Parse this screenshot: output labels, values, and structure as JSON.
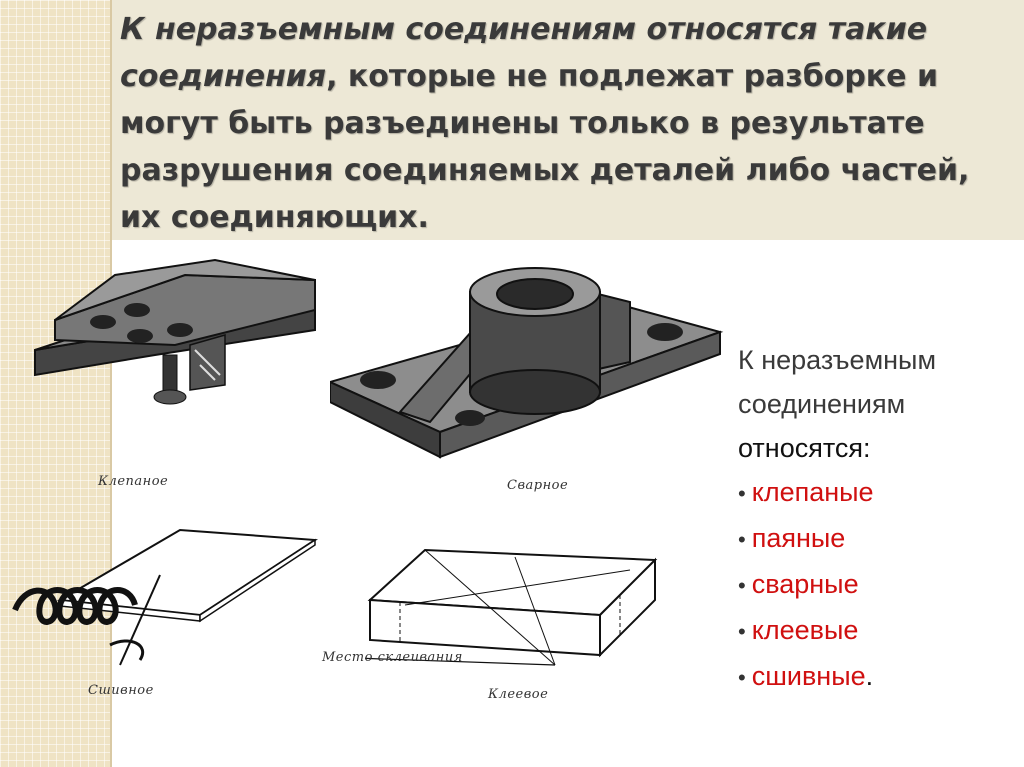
{
  "title": {
    "italic_part": "К неразъемным соединениям относятся такие соединения",
    "rest": ", которые не подлежат разборке и могут быть разъединены только в результате разрушения соединяемых деталей либо частей, их соединяющих."
  },
  "captions": {
    "riveted": "Клепаное",
    "welded": "Сварное",
    "sewn": "Сшивное",
    "glued": "Клеевое",
    "glue_place": "Место склеивания"
  },
  "sidebar": {
    "line1": "К неразъемным",
    "line2": "соединениям",
    "line3": "относятся:",
    "items": [
      "клепаные",
      "паяные",
      "сварные",
      "клеевые",
      "сшивные"
    ],
    "final_dot": "."
  },
  "colors": {
    "accent_red": "#d01010",
    "title_text": "#3a3a3a",
    "grid_strip": "#efe3c4"
  }
}
